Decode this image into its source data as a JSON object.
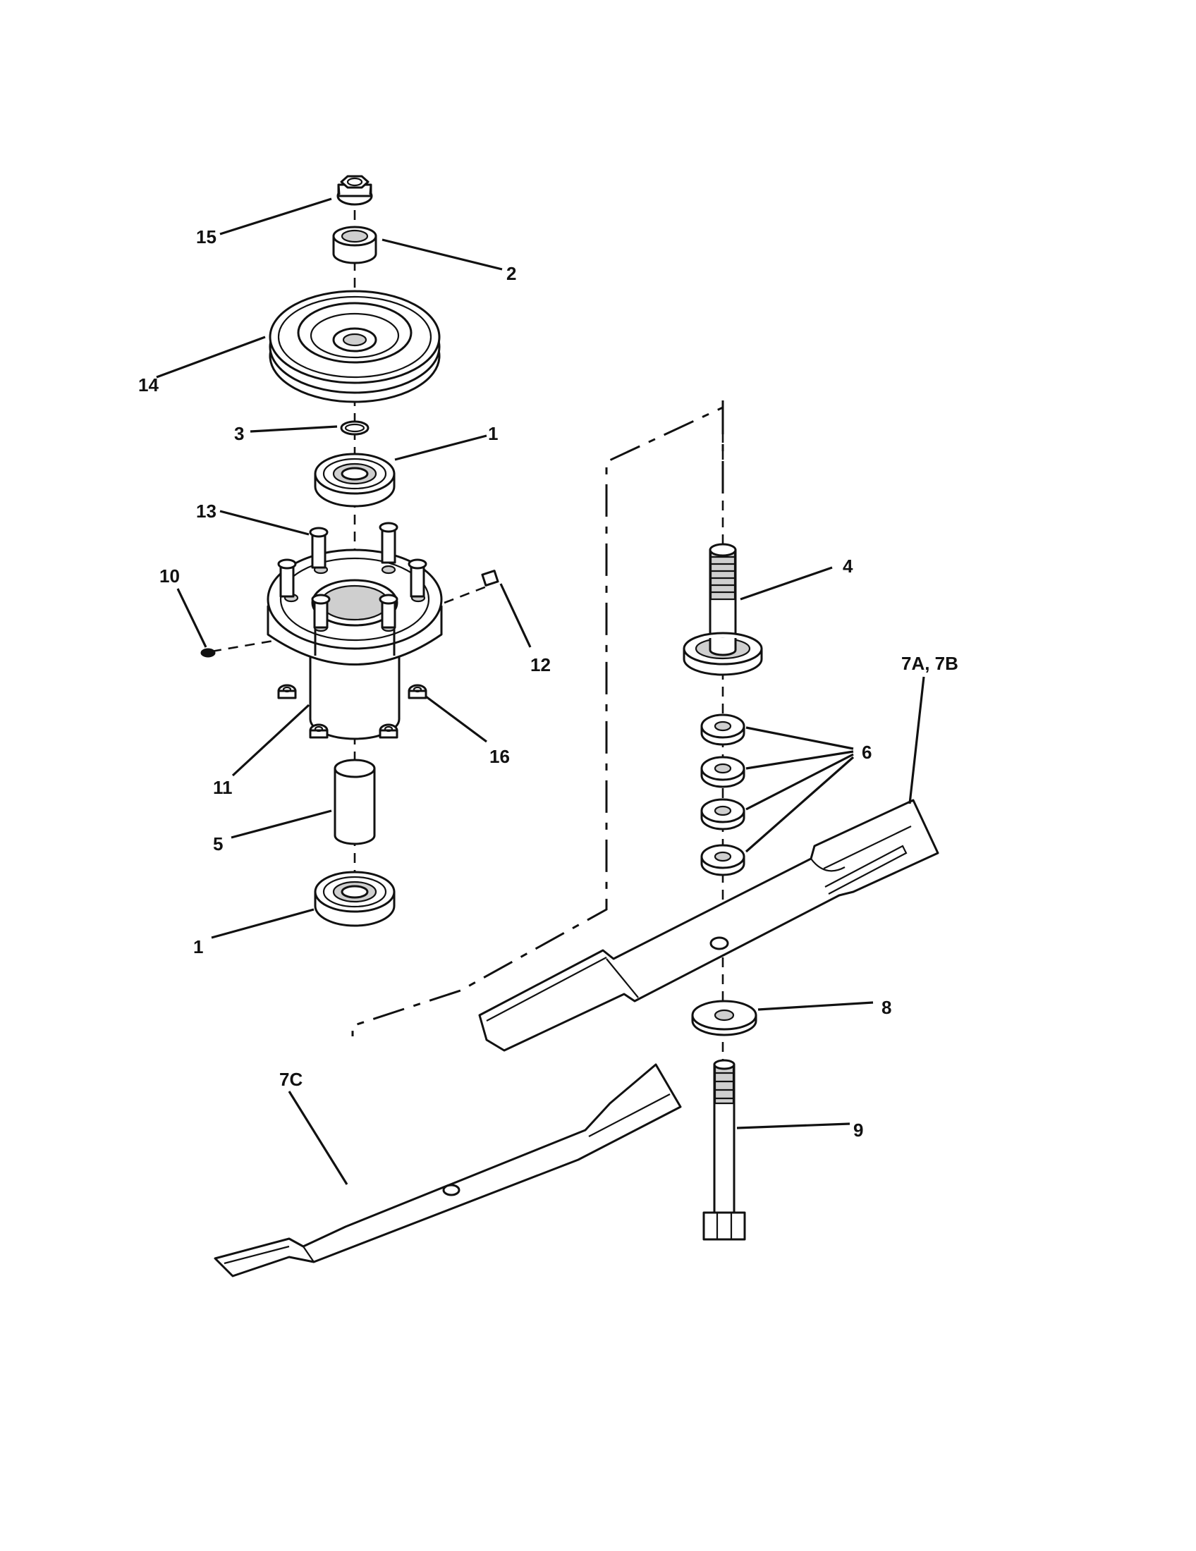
{
  "callouts": {
    "c15": "15",
    "c2": "2",
    "c14": "14",
    "c3": "3",
    "c1_upper": "1",
    "c13": "13",
    "c10": "10",
    "c12": "12",
    "c4": "4",
    "c7ab": "7A, 7B",
    "c6": "6",
    "c16": "16",
    "c11": "11",
    "c5": "5",
    "c1_lower": "1",
    "c8": "8",
    "c7c": "7C",
    "c9": "9"
  }
}
